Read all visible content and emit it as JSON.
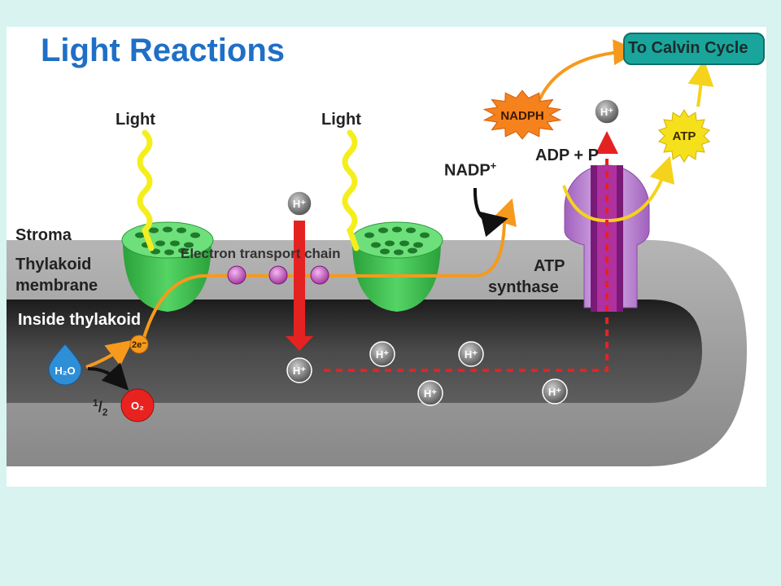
{
  "title": "Light Reactions",
  "labels": {
    "light_left": "Light",
    "light_right": "Light",
    "stroma": "Stroma",
    "thylakoid_membrane_line1": "Thylakoid",
    "thylakoid_membrane_line2": "membrane",
    "inside_thylakoid": "Inside thylakoid",
    "electron_transport_chain": "Electron transport chain",
    "nadp_plus": "NADP",
    "nadp_plus_sup": "+",
    "adp_p": "ADP + P",
    "atp_synthase_line1": "ATP",
    "atp_synthase_line2": "synthase",
    "to_calvin_cycle": "To Calvin Cycle",
    "half_num": "1",
    "half_sep": "/",
    "half_den": "2"
  },
  "molecules": {
    "nadph": "NADPH",
    "atp": "ATP",
    "h2o": "H₂O",
    "o2": "O₂",
    "electrons": "2e⁻",
    "proton": "H⁺"
  },
  "colors": {
    "background": "#d8f3f0",
    "title": "#1f6fc6",
    "membrane": "#8f8f8f",
    "lumen": "#3a3a3a",
    "photosystem": "#3fbf4f",
    "electron_path": "#f59a1c",
    "proton_path": "#e52222",
    "atp_synthase": "#b07ac8",
    "calvin_box": "#1aa59c"
  }
}
